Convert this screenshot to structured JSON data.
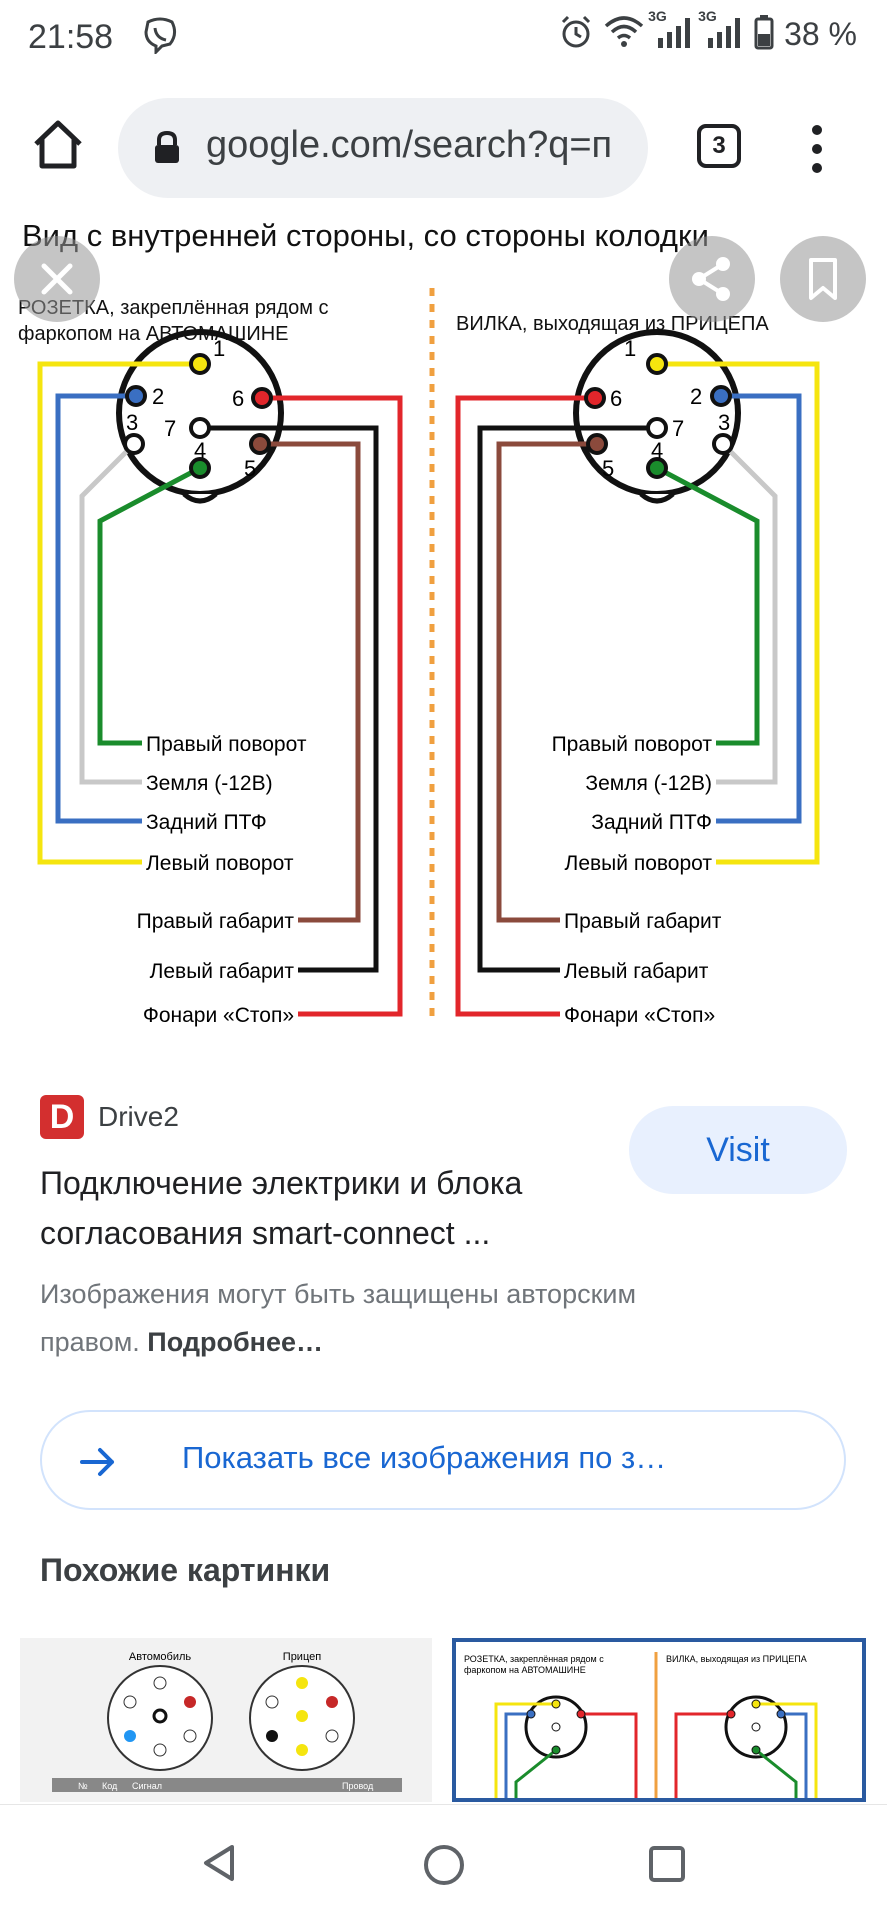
{
  "status": {
    "time": "21:58",
    "network_1": "3G",
    "network_2": "3G",
    "battery": "38 %"
  },
  "browser": {
    "url": "google.com/search?q=п",
    "tab_count": "3"
  },
  "diagram": {
    "title": "Вид с внутренней стороны, со стороны колодки",
    "left_caption_1": "РОЗЕТКА, закреплённая рядом с",
    "left_caption_2": "фаркопом на АВТОМАШИНЕ",
    "right_caption": "ВИЛКА, выходящая из ПРИЦЕПА",
    "pins": [
      "1",
      "2",
      "3",
      "4",
      "5",
      "6",
      "7"
    ],
    "wires": [
      "Правый поворот",
      "Земля (-12В)",
      "Задний ПТФ",
      "Левый поворот",
      "Правый габарит",
      "Левый габарит",
      "Фонари «Стоп»"
    ],
    "colors": {
      "yellow": "#f5e50f",
      "blue": "#3a6fc2",
      "grey": "#c8c8c8",
      "green": "#1a8c2c",
      "brown": "#8b4a3c",
      "black": "#111111",
      "red": "#e2262b",
      "divider": "#f0a040"
    }
  },
  "result": {
    "source": "Drive2",
    "source_logo": "D",
    "visit_label": "Visit",
    "title": "Подключение электрики и блока согласования smart-connect ...",
    "copyright_text": "Изображения могут быть защищены авторским правом.",
    "copyright_link": "Подробнее…",
    "show_all": "Показать все изображения по з…",
    "similar_heading": "Похожие картинки"
  },
  "thumb1": {
    "label_car": "Автомобиль",
    "label_trailer": "Прицеп",
    "col_no": "№",
    "col_code": "Код",
    "col_signal": "Сигнал",
    "col_wire": "Провод"
  },
  "thumb2": {
    "caption_left_1": "РОЗЕТКА, закреплённая рядом с",
    "caption_left_2": "фаркопом на АВТОМАШИНЕ",
    "caption_right": "ВИЛКА, выходящая из ПРИЦЕПА"
  }
}
